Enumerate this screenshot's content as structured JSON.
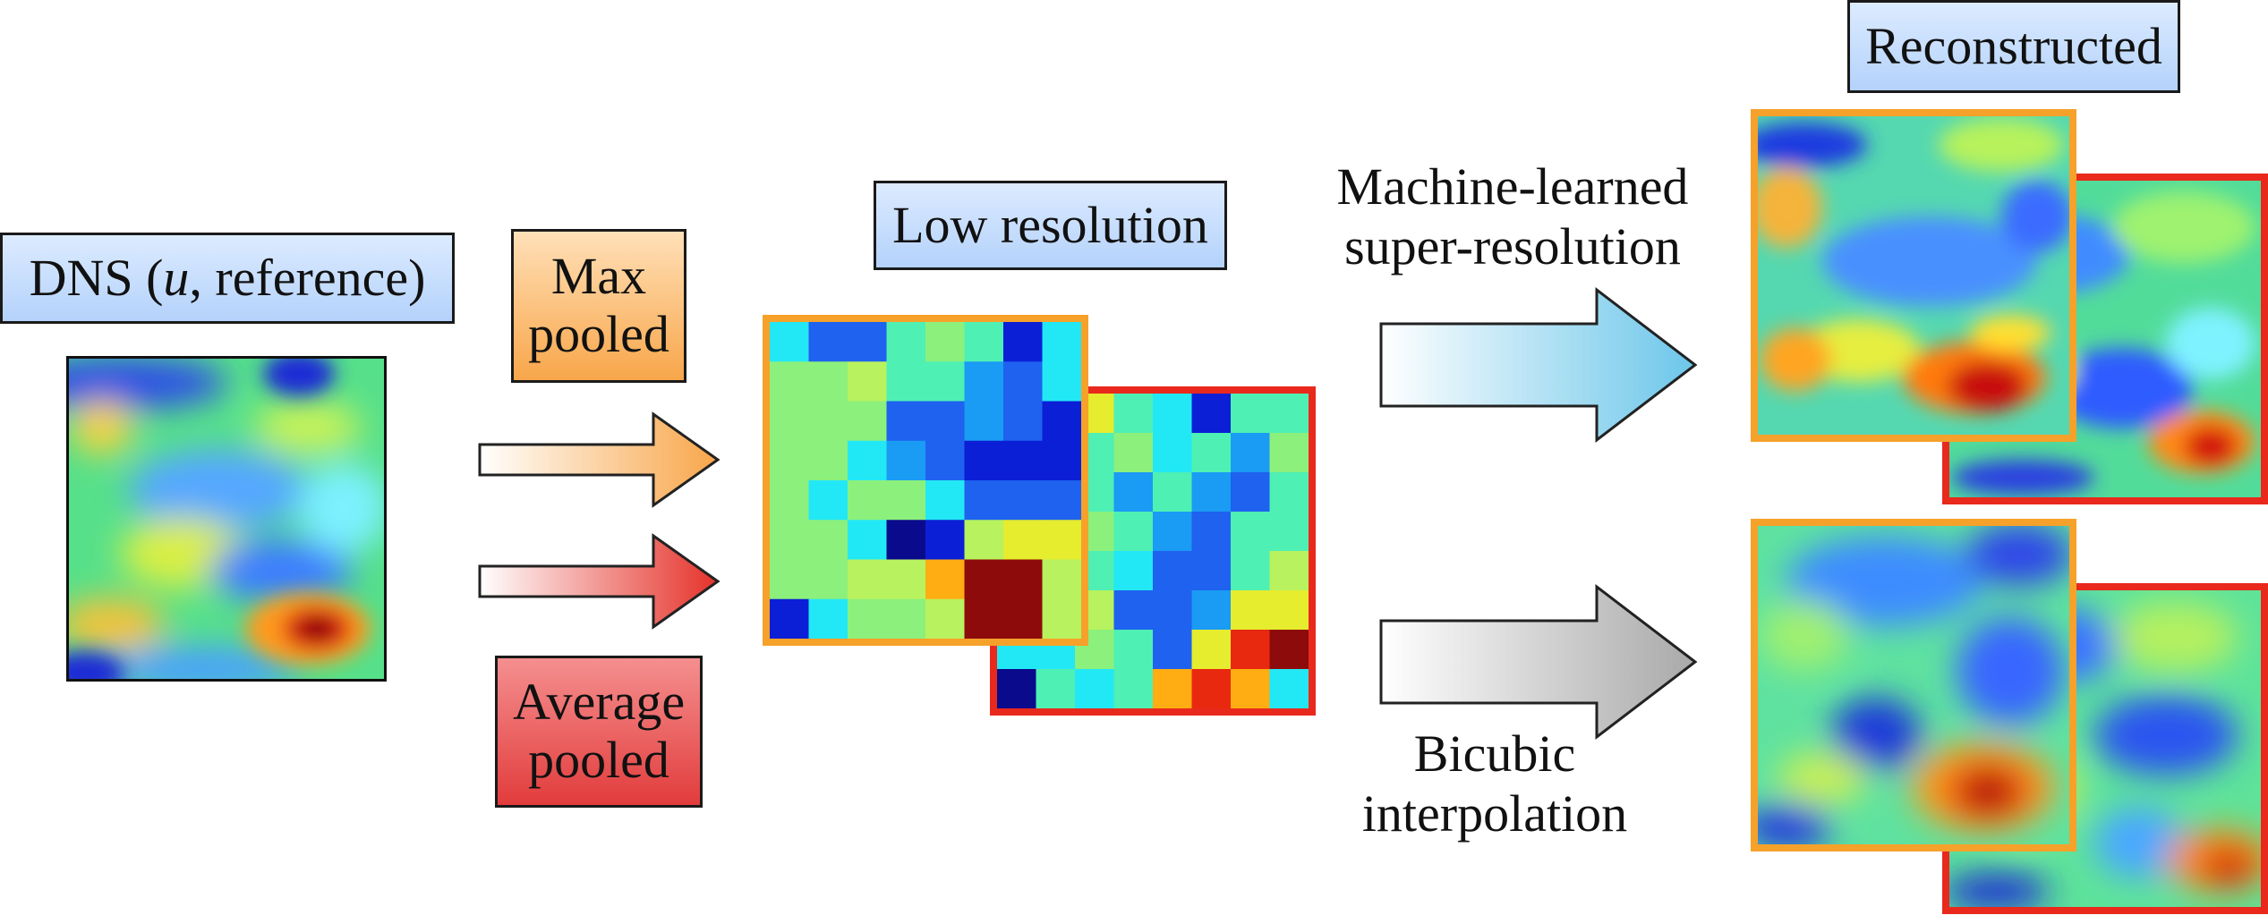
{
  "labels": {
    "dns_prefix": "DNS (",
    "dns_var": "u",
    "dns_suffix": ", reference)",
    "max_pooled_line1": "Max",
    "max_pooled_line2": "pooled",
    "avg_pooled_line1": "Average",
    "avg_pooled_line2": "pooled",
    "low_resolution": "Low resolution",
    "reconstructed": "Reconstructed",
    "ml_line1": "Machine-learned",
    "ml_line2": "super-resolution",
    "bicubic_line1": "Bicubic",
    "bicubic_line2": "interpolation"
  },
  "colors": {
    "max_frame": "#f6a12a",
    "avg_frame": "#e8291c",
    "label_blue": "#c4dcfc",
    "arrow_orange": "#f8a64a",
    "arrow_red": "#e5322a",
    "arrow_blue": "#6cc6ea",
    "arrow_gray": "#a9a9a9"
  },
  "colormap": "jet"
}
